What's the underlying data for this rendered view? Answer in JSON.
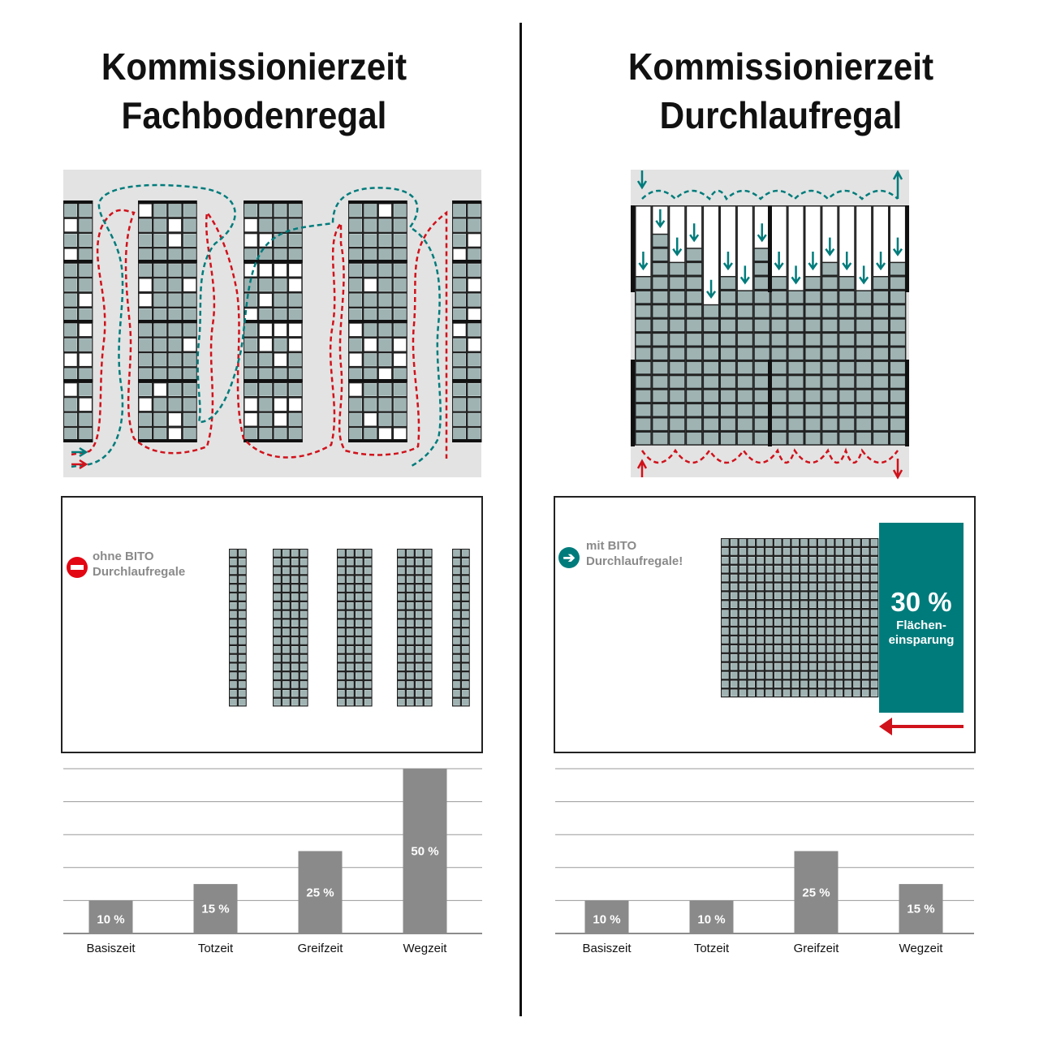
{
  "left": {
    "title_line1": "Kommissionierzeit",
    "title_line2": "Fachbodenregal",
    "note_line1": "ohne BITO",
    "note_line2": "Durchlaufregale",
    "note_icon": "no-entry-icon"
  },
  "right": {
    "title_line1": "Kommissionierzeit",
    "title_line2": "Durchlaufregal",
    "note_line1": "mit BITO",
    "note_line2": "Durchlaufregale!",
    "note_icon": "arrow-right-circle-icon",
    "savings_value": "30 %",
    "savings_line1": "Flächen-",
    "savings_line2": "einsparung",
    "flow_lane_empty_slots": [
      5,
      2,
      4,
      3,
      7,
      5,
      6,
      3,
      5,
      6,
      5,
      4,
      5,
      6,
      5,
      4
    ]
  },
  "colors": {
    "teal": "#007b7b",
    "red": "#d0121b",
    "bar": "#8a8a8a",
    "cell": "#9fb3b3",
    "bg": "#e3e3e3"
  },
  "chart_data": [
    {
      "type": "bar",
      "title": "Kommissionierzeit Fachbodenregal",
      "categories": [
        "Basiszeit",
        "Totzeit",
        "Greifzeit",
        "Wegzeit"
      ],
      "values": [
        10,
        15,
        25,
        50
      ],
      "labels": [
        "10 %",
        "15 %",
        "25 %",
        "50 %"
      ],
      "ylim": [
        0,
        50
      ],
      "grid": true,
      "xlabel": "",
      "ylabel": ""
    },
    {
      "type": "bar",
      "title": "Kommissionierzeit Durchlaufregal",
      "categories": [
        "Basiszeit",
        "Totzeit",
        "Greifzeit",
        "Wegzeit"
      ],
      "values": [
        10,
        10,
        25,
        15
      ],
      "labels": [
        "10 %",
        "10 %",
        "25 %",
        "15 %"
      ],
      "ylim": [
        0,
        50
      ],
      "grid": true,
      "xlabel": "",
      "ylabel": ""
    }
  ]
}
